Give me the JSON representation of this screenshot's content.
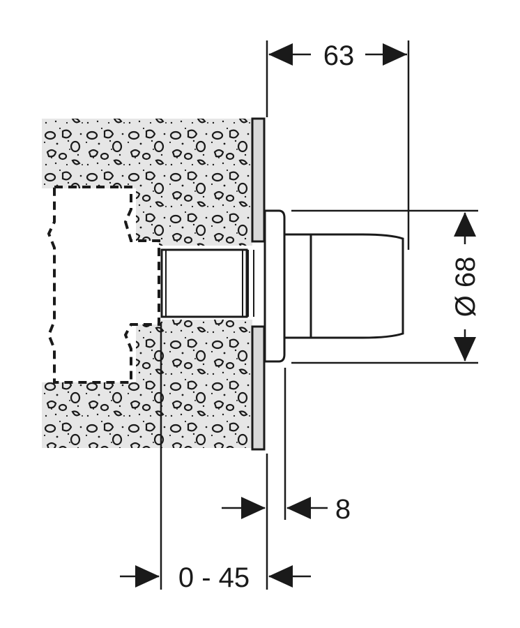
{
  "dimensions": {
    "width_label": "63",
    "diameter_label": "Ø 68",
    "projection_label": "8",
    "depth_range_label": "0 - 45"
  },
  "colors": {
    "ink": "#1a1a1a",
    "concrete_fill": "#e6e6e6",
    "plate_fill": "#d9d9d9",
    "paper": "#ffffff"
  }
}
